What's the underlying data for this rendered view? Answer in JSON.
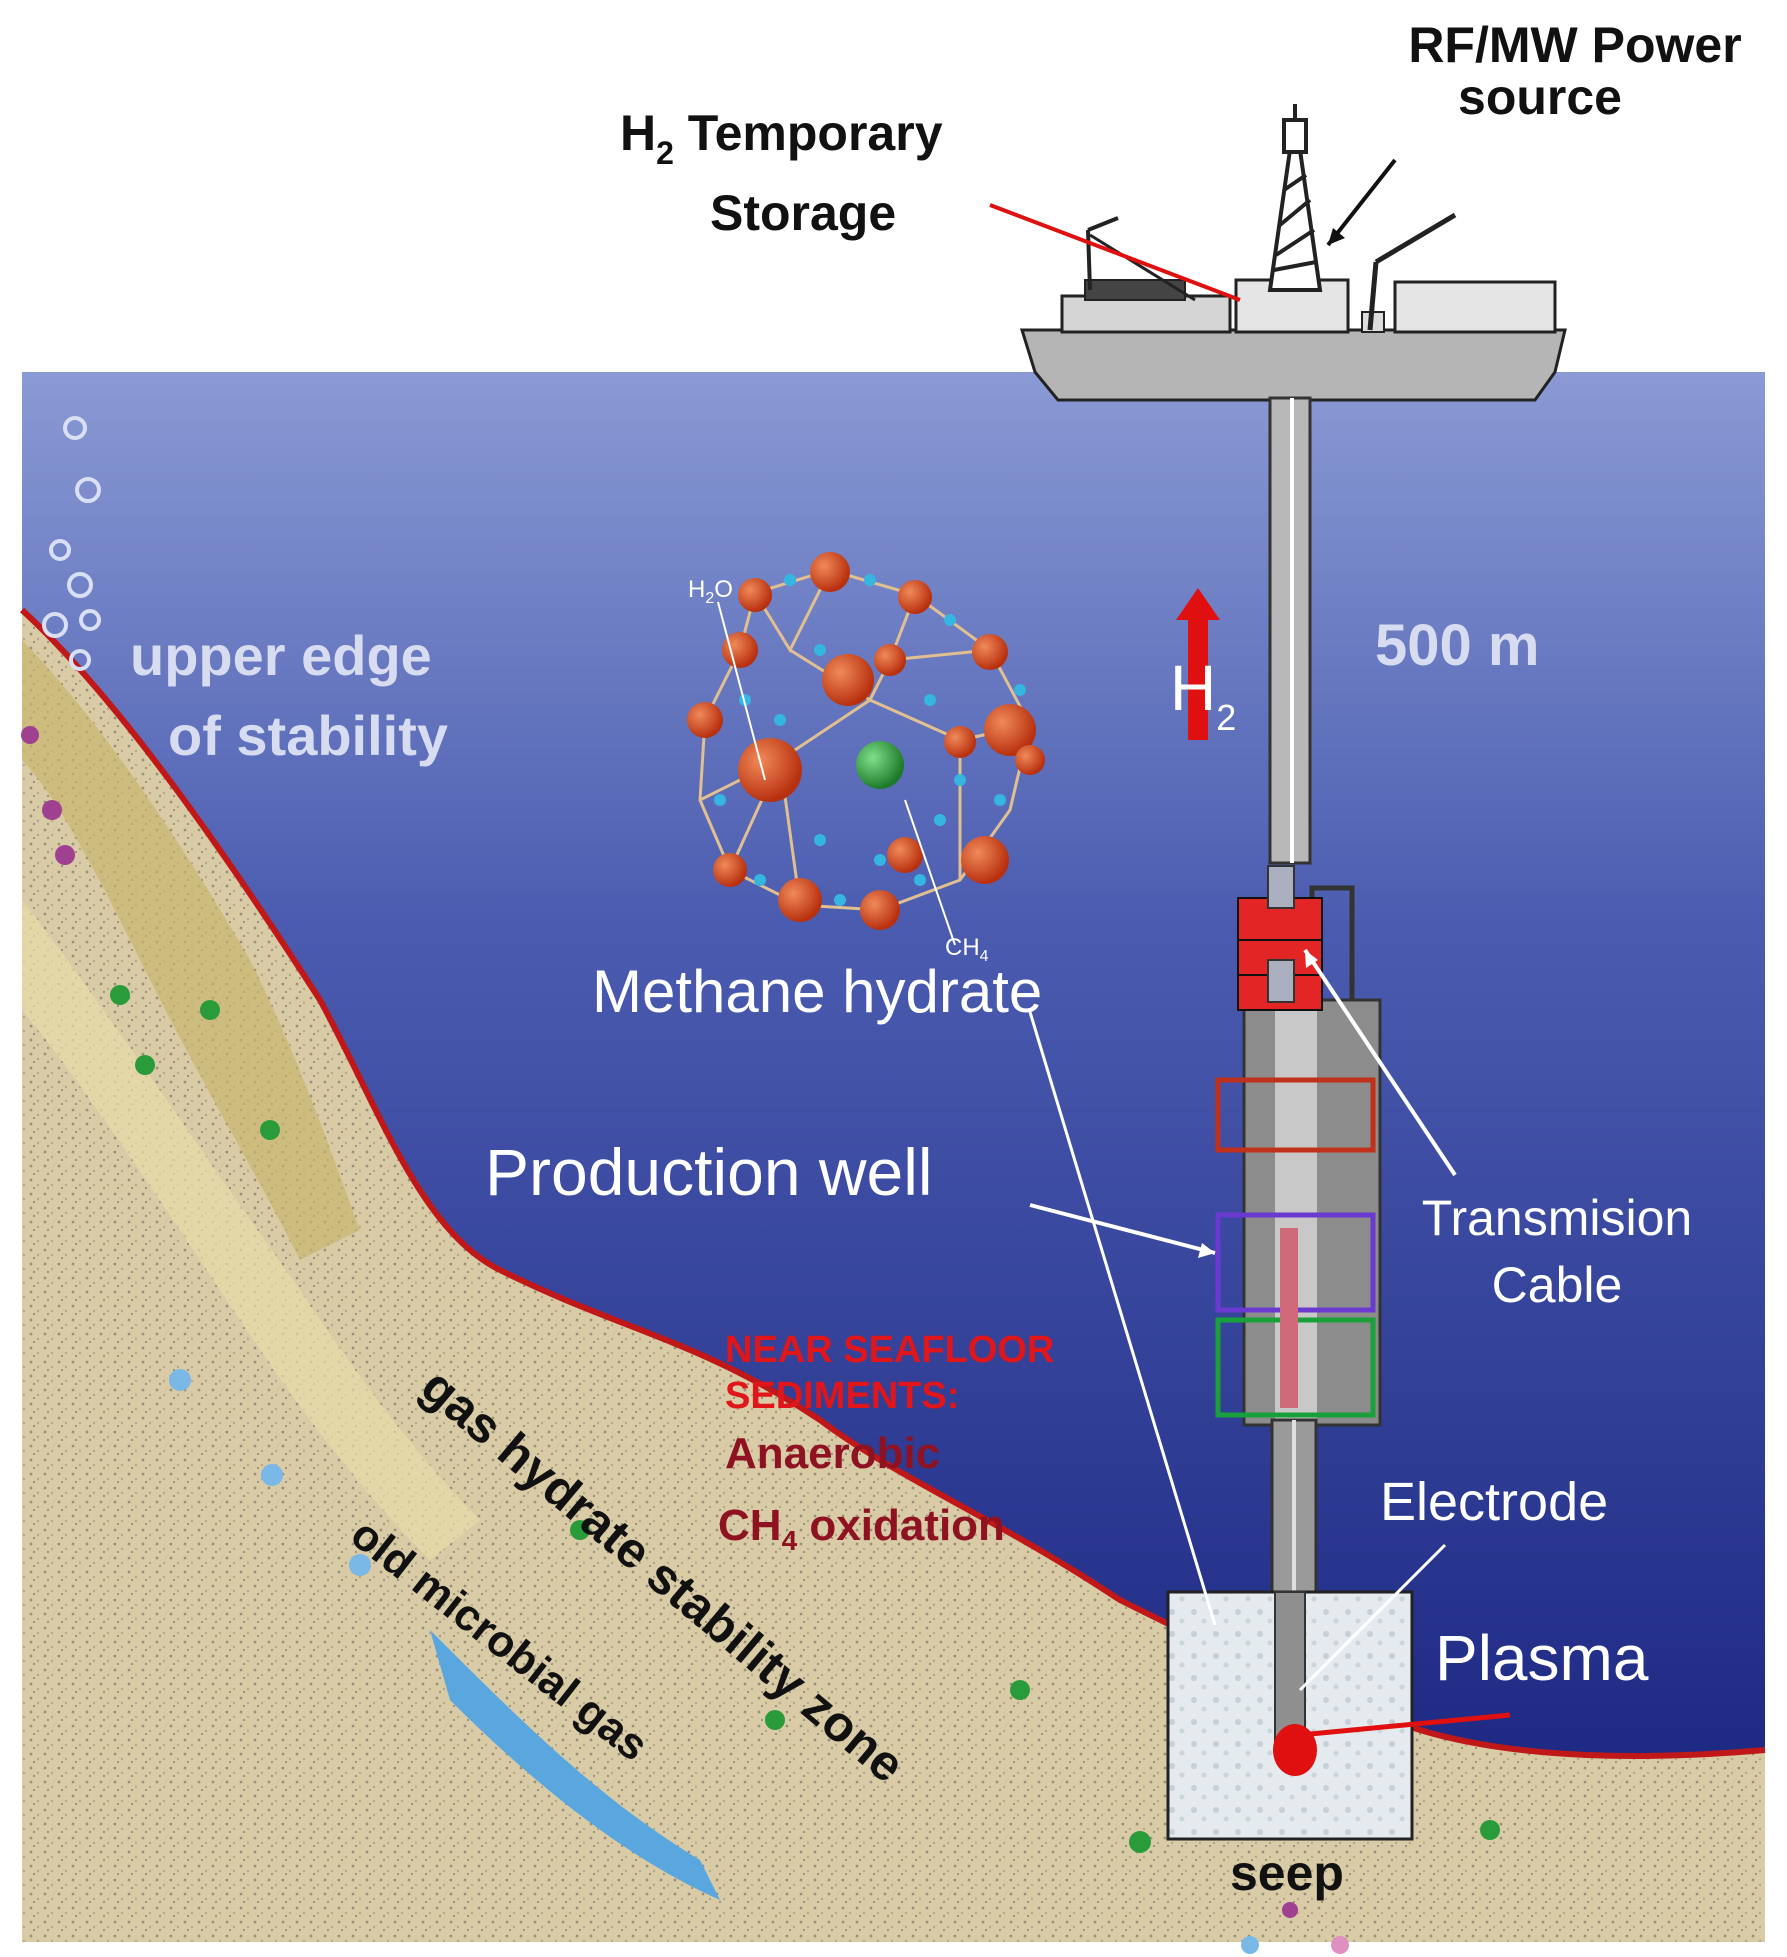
{
  "labels": {
    "rf_power_line1": "RF/MW Power",
    "rf_power_line2": "source",
    "h2_storage_h": "H",
    "h2_storage_sub": "2",
    "h2_storage_rest": " Temporary",
    "h2_storage_line2": "Storage",
    "upper_edge_line1": "upper edge",
    "upper_edge_line2": "of stability",
    "depth": "500 m",
    "h2_flow_h": "H",
    "h2_flow_sub": "2",
    "h2o_h": "H",
    "h2o_sub": "2",
    "h2o_o": "O",
    "ch4_ch": "CH",
    "ch4_sub": "4",
    "methane_hydrate": "Methane hydrate",
    "production_well": "Production well",
    "transmission_line1": "Transmision",
    "transmission_line2": "Cable",
    "near_seafloor_line1": "NEAR SEAFLOOR",
    "near_seafloor_line2": "SEDIMENTS:",
    "anaerobic_line1": "Anaerobic",
    "anaerobic_ch": "CH",
    "anaerobic_sub": "4",
    "anaerobic_rest": " oxidation",
    "gas_hydrate_zone": "gas hydrate stability zone",
    "old_microbial_gas": "old microbial gas",
    "electrode": "Electrode",
    "plasma": "Plasma",
    "seep": "seep"
  },
  "colors": {
    "sea_top": "#7a8ccc",
    "sea_bottom": "#16207c",
    "sediment": "#d9c9a0",
    "seafloor_line": "#c01818",
    "hydrate_red": "#d2431a",
    "hydrate_blue": "#35b6e0",
    "methane_green": "#2a9b3a",
    "well_gray": "#9a9a9a",
    "plasma_red": "#e01010",
    "label_red": "#e0161a"
  }
}
